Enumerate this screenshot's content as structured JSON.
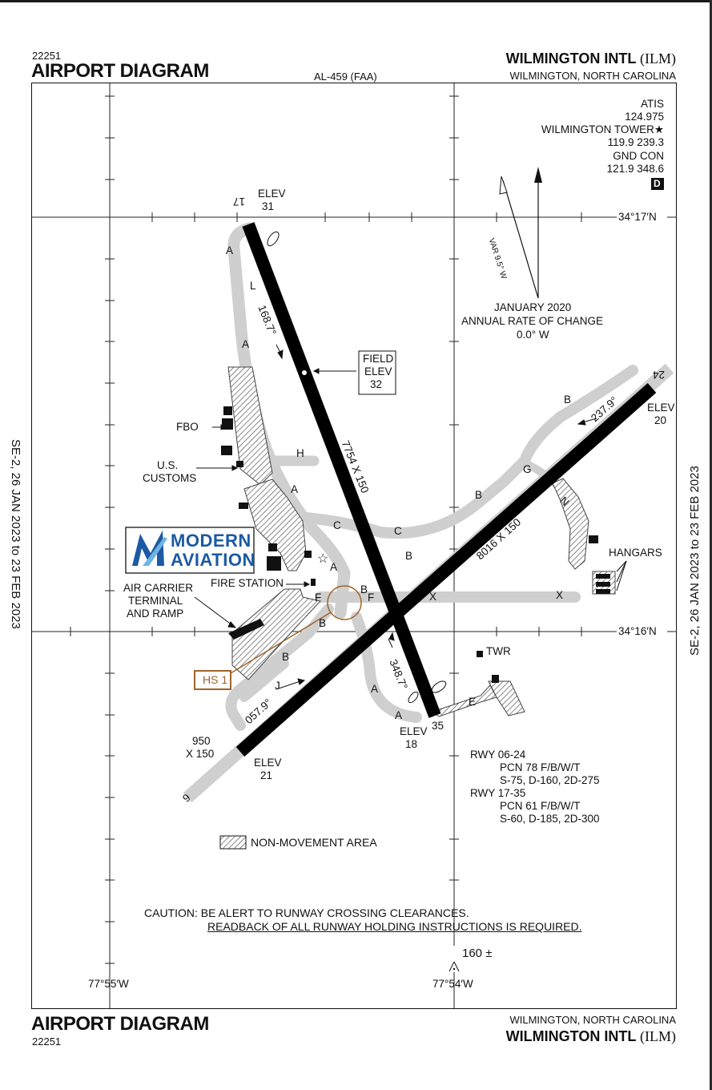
{
  "header": {
    "chart_number_top": "22251",
    "title_top": "AIRPORT DIAGRAM",
    "procedure_id": "AL-459 (FAA)",
    "airport_name": "WILMINGTON INTL",
    "airport_ident": "(ILM)",
    "location_top": "WILMINGTON, NORTH CAROLINA"
  },
  "footer": {
    "title_bottom": "AIRPORT DIAGRAM",
    "chart_number_bottom": "22251",
    "location_bottom": "WILMINGTON, NORTH CAROLINA",
    "airport_name": "WILMINGTON INTL",
    "airport_ident": "(ILM)"
  },
  "effective_dates": {
    "left": "SE-2,  26 JAN 2023  to  23 FEB 2023",
    "right": "SE-2,  26 JAN 2023  to  23 FEB 2023"
  },
  "frequencies": {
    "atis_label": "ATIS",
    "atis_freq": "124.975",
    "tower_label": "WILMINGTON TOWER★",
    "tower_freq": "119.9 239.3",
    "gnd_label": "GND CON",
    "gnd_freq": "121.9 348.6",
    "airspace_class": "D"
  },
  "magnetic": {
    "var": "VAR 9.5° W",
    "epoch": "JANUARY 2020",
    "rate_label": "ANNUAL RATE OF CHANGE",
    "rate": "0.0° W"
  },
  "coordinates": {
    "lat_top": "34°17′N",
    "lat_bottom": "34°16′N",
    "lon_left": "77°55′W",
    "lon_right": "77°54′W"
  },
  "runways": {
    "r17_label": "17",
    "r17_elev_label": "ELEV",
    "r17_elev": "31",
    "r17_heading": "168.7°",
    "r17_35_dims": "7754 X 150",
    "r35_label": "35",
    "r35_elev_label": "ELEV",
    "r35_elev": "18",
    "r35_heading": "348.7°",
    "r24_label": "24",
    "r24_elev_label": "ELEV",
    "r24_elev": "20",
    "r24_heading": "237.9°",
    "r06_24_dims": "8016 X 150",
    "r6_label": "6",
    "r6_elev_label": "ELEV",
    "r6_elev": "21",
    "r6_heading": "057.9°",
    "r6_extension": "950",
    "r6_extension_width": "X 150"
  },
  "field_elev": {
    "label1": "FIELD",
    "label2": "ELEV",
    "value": "32"
  },
  "taxiways": {
    "a": "A",
    "l": "L",
    "h": "H",
    "c": "C",
    "b": "B",
    "g": "G",
    "n": "N",
    "f": "F",
    "x": "X",
    "j": "J",
    "e": "E"
  },
  "facilities": {
    "fbo": "FBO",
    "customs_1": "U.S.",
    "customs_2": "CUSTOMS",
    "fire_station": "FIRE STATION",
    "terminal_1": "AIR CARRIER",
    "terminal_2": "TERMINAL",
    "terminal_3": "AND RAMP",
    "hangars": "HANGARS",
    "tower": "TWR"
  },
  "hotspot": {
    "label": "HS 1",
    "color": "#a0632a"
  },
  "overlay": {
    "line1": "MODERN",
    "line2": "AVIATION",
    "color": "#1c5aa3"
  },
  "runway_data": {
    "rwy1_title": "RWY 06-24",
    "rwy1_pcn": "PCN 78 F/B/W/T",
    "rwy1_weights": "S-75, D-160, 2D-275",
    "rwy2_title": "RWY 17-35",
    "rwy2_pcn": "PCN 61 F/B/W/T",
    "rwy2_weights": "S-60, D-185, 2D-300"
  },
  "legend": {
    "non_movement": "NON-MOVEMENT AREA"
  },
  "caution": {
    "prefix": "CAUTION: ",
    "line1": "BE ALERT TO RUNWAY CROSSING CLEARANCES.",
    "line2": "READBACK OF ALL RUNWAY HOLDING INSTRUCTIONS IS REQUIRED."
  },
  "obstacle": {
    "height": "160 ±"
  }
}
